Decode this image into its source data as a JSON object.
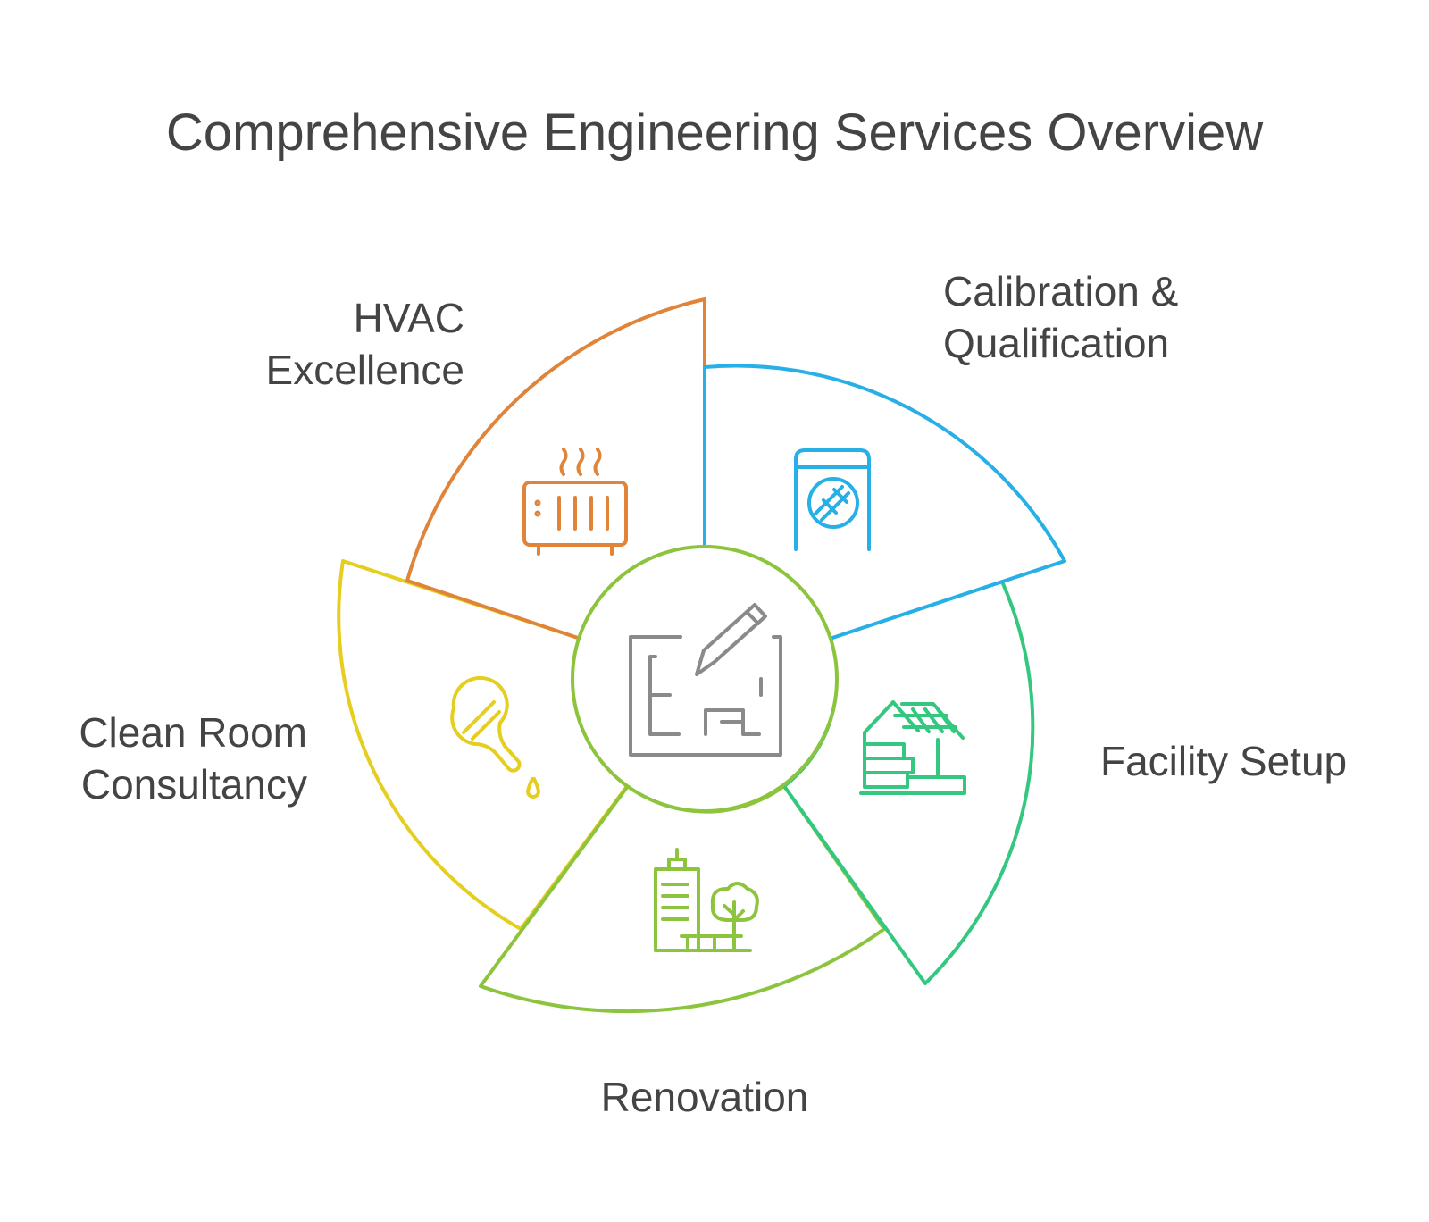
{
  "title": "Comprehensive Engineering Services Overview",
  "colors": {
    "hvac": "#E0843A",
    "calibration": "#27AFE6",
    "facility": "#33C77F",
    "renovation": "#8CC43D",
    "cleanroom": "#E5CE1F",
    "center": "#8A8A8A",
    "text": "#444444"
  },
  "segments": [
    {
      "id": "hvac",
      "label_lines": [
        "HVAC",
        "Excellence"
      ],
      "icon": "radiator-heat-icon"
    },
    {
      "id": "calibration",
      "label_lines": [
        "Calibration &",
        "Qualification"
      ],
      "icon": "gauge-meter-icon"
    },
    {
      "id": "facility",
      "label_lines": [
        "Facility Setup"
      ],
      "icon": "house-solar-panels-icon"
    },
    {
      "id": "renovation",
      "label_lines": [
        "Renovation"
      ],
      "icon": "building-tree-icon"
    },
    {
      "id": "cleanroom",
      "label_lines": [
        "Clean Room",
        "Consultancy"
      ],
      "icon": "cleaning-flask-icon"
    }
  ],
  "center": {
    "icon": "blueprint-pencil-icon"
  }
}
